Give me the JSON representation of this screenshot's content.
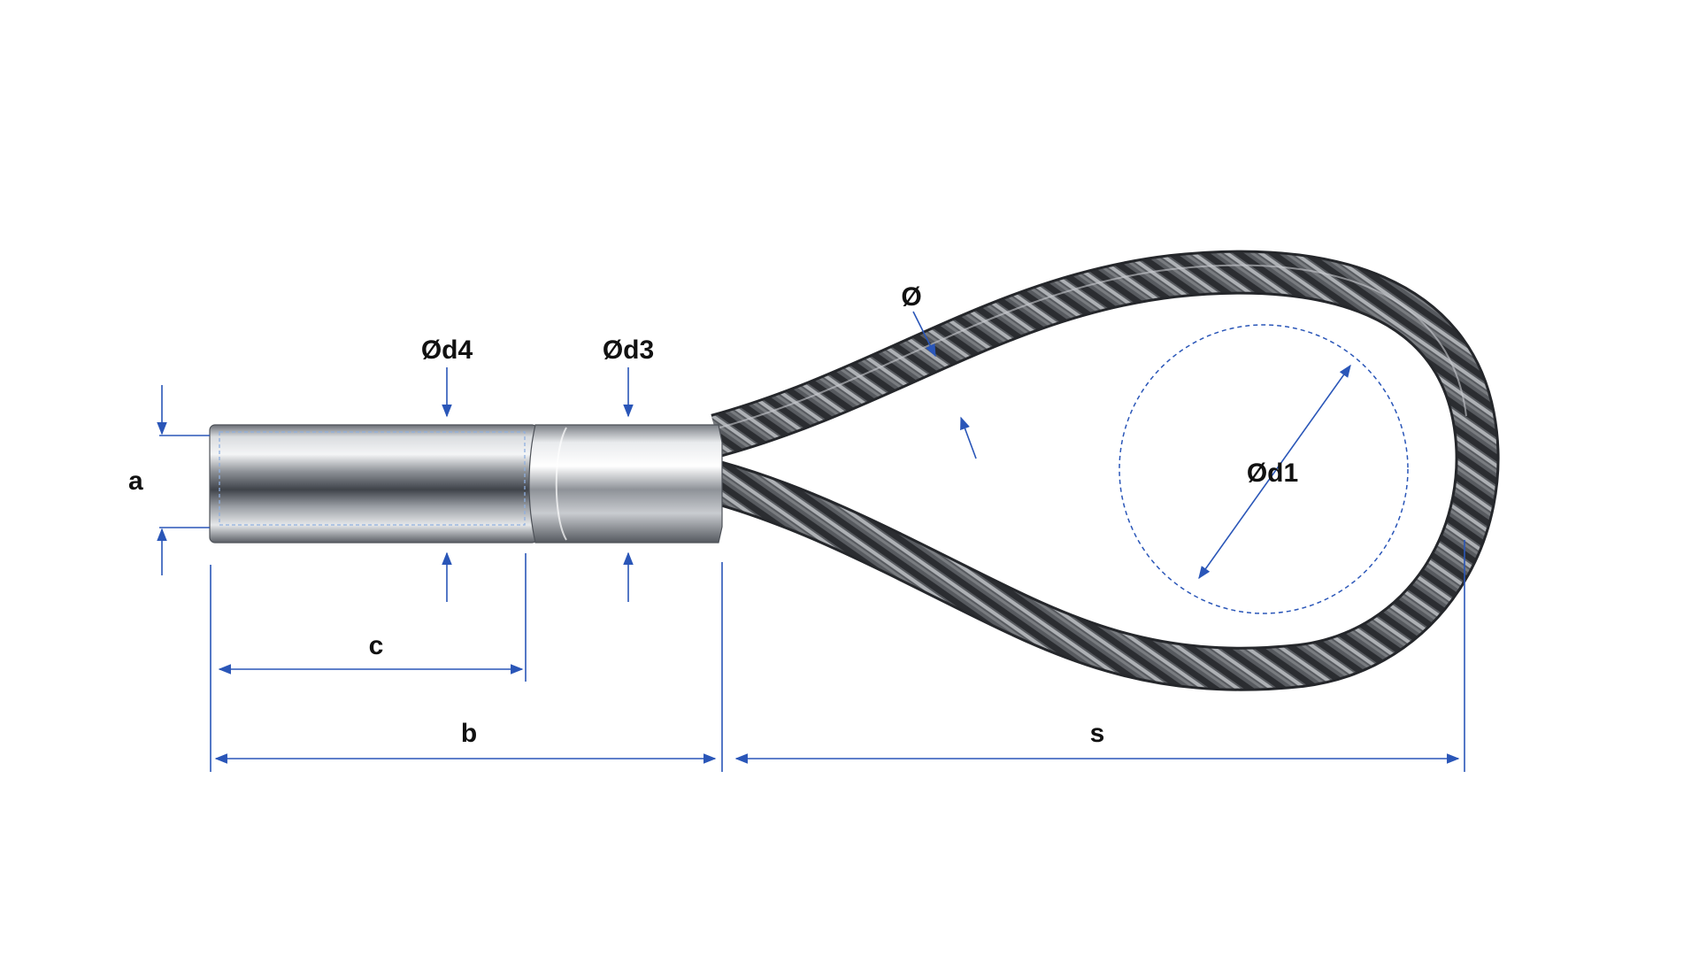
{
  "labels": {
    "a": "a",
    "b": "b",
    "c": "c",
    "s": "s",
    "d1": "Ød1",
    "d3": "Ød3",
    "d4": "Ød4",
    "wire": "Ø"
  },
  "colors": {
    "dimension_line": "#2a56b8",
    "label_text": "#111111",
    "rope_dark": "#2b2d31",
    "rope_light": "#9ea1a6",
    "ferrule_light": "#f4f5f6",
    "ferrule_dark": "#4d5158"
  },
  "icons": [
    "wire-rope-loop",
    "threaded-ferrule",
    "press-sleeve"
  ]
}
